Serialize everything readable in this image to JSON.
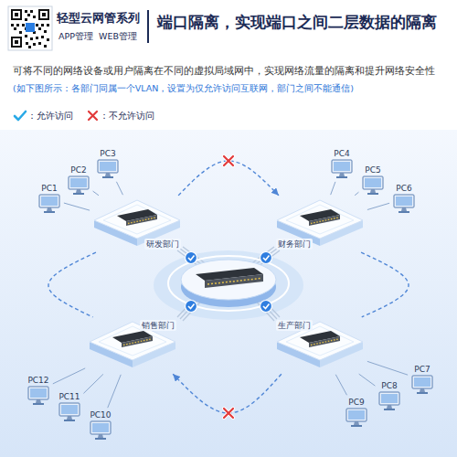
{
  "diagram": {
    "title": "端口隔离，实现端口之间二层数据的隔离",
    "nodes": [
      {
        "text": [
          "研发部门"
        ]
      },
      {
        "text": [
          "财务部门"
        ]
      },
      {
        "text": [
          "生产部门"
        ]
      },
      {
        "text": [
          "销售部门"
        ]
      },
      {
        "text": [
          "PC1"
        ]
      },
      {
        "text": [
          "PC2"
        ]
      },
      {
        "text": [
          "PC3"
        ]
      },
      {
        "text": [
          "PC4"
        ]
      },
      {
        "text": [
          "PC5"
        ]
      },
      {
        "text": [
          "PC6"
        ]
      },
      {
        "text": [
          "PC7"
        ]
      },
      {
        "text": [
          "PC8"
        ]
      },
      {
        "text": [
          "PC9"
        ]
      },
      {
        "text": [
          "PC10"
        ]
      },
      {
        "text": [
          "PC11"
        ]
      },
      {
        "text": [
          "PC12"
        ]
      }
    ],
    "edges": [
      {
        "from": 0,
        "to": 1,
        "arrow": "to"
      },
      {
        "from": 1,
        "to": 2,
        "arrow": "none"
      },
      {
        "from": 2,
        "to": 3,
        "arrow": "to"
      },
      {
        "from": 0,
        "to": 3,
        "arrow": "none"
      },
      {
        "from": 4,
        "to": 0,
        "arrow": "none"
      },
      {
        "from": 5,
        "to": 0,
        "arrow": "none"
      },
      {
        "from": 6,
        "to": 0,
        "arrow": "none"
      },
      {
        "from": 7,
        "to": 1,
        "arrow": "none"
      },
      {
        "from": 8,
        "to": 1,
        "arrow": "none"
      },
      {
        "from": 9,
        "to": 1,
        "arrow": "none"
      },
      {
        "from": 10,
        "to": 2,
        "arrow": "none"
      },
      {
        "from": 11,
        "to": 2,
        "arrow": "none"
      },
      {
        "from": 12,
        "to": 2,
        "arrow": "none"
      },
      {
        "from": 13,
        "to": 3,
        "arrow": "none"
      },
      {
        "from": 14,
        "to": 3,
        "arrow": "none"
      },
      {
        "from": 15,
        "to": 3,
        "arrow": "none"
      }
    ],
    "labels": [
      "轻型云网管系列",
      "APP管理",
      "WEB管理",
      "可将不同的网络设备或用户隔离在不同的虚拟局域网中，实现网络流量的隔离和提升网络安全性",
      "(如下图所示：各部门同属一个VLAN，设置为仅允许访问互联网，部门之间不能通信)"
    ],
    "legend": [
      {
        "text": "：允许访问"
      },
      {
        "text": "：不允许访问"
      }
    ]
  }
}
